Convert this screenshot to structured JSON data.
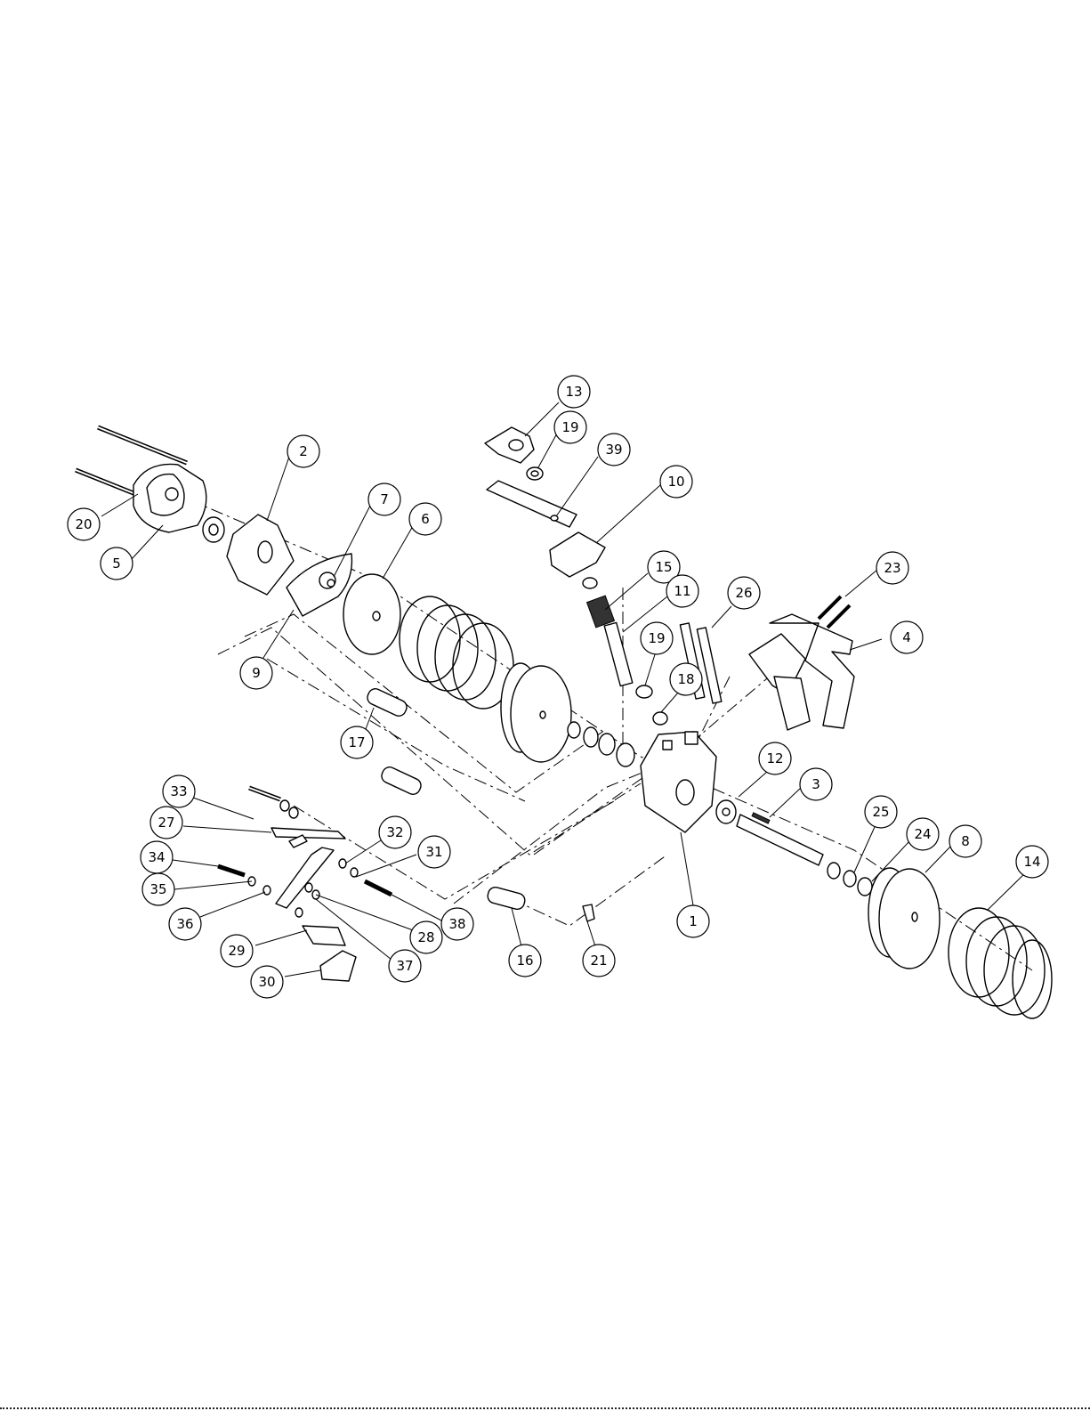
{
  "drawing": {
    "type": "exploded-assembly",
    "callouts": [
      {
        "id": "1",
        "label": "1"
      },
      {
        "id": "2",
        "label": "2"
      },
      {
        "id": "3",
        "label": "3"
      },
      {
        "id": "4",
        "label": "4"
      },
      {
        "id": "5",
        "label": "5"
      },
      {
        "id": "6",
        "label": "6"
      },
      {
        "id": "7",
        "label": "7"
      },
      {
        "id": "8",
        "label": "8"
      },
      {
        "id": "9",
        "label": "9"
      },
      {
        "id": "10",
        "label": "10"
      },
      {
        "id": "11",
        "label": "11"
      },
      {
        "id": "12",
        "label": "12"
      },
      {
        "id": "13",
        "label": "13"
      },
      {
        "id": "14",
        "label": "14"
      },
      {
        "id": "15",
        "label": "15"
      },
      {
        "id": "16",
        "label": "16"
      },
      {
        "id": "17",
        "label": "17"
      },
      {
        "id": "18",
        "label": "18"
      },
      {
        "id": "19a",
        "label": "19"
      },
      {
        "id": "19b",
        "label": "19"
      },
      {
        "id": "20",
        "label": "20"
      },
      {
        "id": "21",
        "label": "21"
      },
      {
        "id": "23",
        "label": "23"
      },
      {
        "id": "24",
        "label": "24"
      },
      {
        "id": "25",
        "label": "25"
      },
      {
        "id": "26",
        "label": "26"
      },
      {
        "id": "27",
        "label": "27"
      },
      {
        "id": "28",
        "label": "28"
      },
      {
        "id": "29",
        "label": "29"
      },
      {
        "id": "30",
        "label": "30"
      },
      {
        "id": "31",
        "label": "31"
      },
      {
        "id": "32",
        "label": "32"
      },
      {
        "id": "33",
        "label": "33"
      },
      {
        "id": "34",
        "label": "34"
      },
      {
        "id": "35",
        "label": "35"
      },
      {
        "id": "36",
        "label": "36"
      },
      {
        "id": "37",
        "label": "37"
      },
      {
        "id": "38",
        "label": "38"
      },
      {
        "id": "39",
        "label": "39"
      }
    ]
  }
}
